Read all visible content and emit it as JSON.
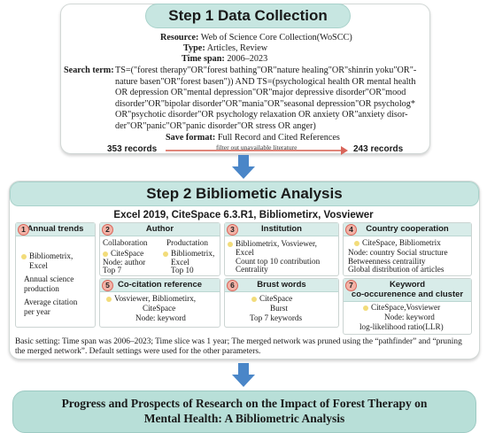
{
  "step1": {
    "title": "Step 1  Data Collection",
    "resource_label": "Resource:",
    "resource_value": "Web of Science Core Collection(WoSCC)",
    "type_label": "Type:",
    "type_value": "Articles, Review",
    "time_label": "Time span:",
    "time_value": "2006–2023",
    "search_label": "Search term:",
    "search_lines": [
      "TS=(\"forest therapy\"OR\"forest bathing\"OR\"nature healing\"OR\"shinrin yoku\"OR\"-",
      "nature basen\"OR\"forest basen\")) AND TS=(psychological health OR mental health",
      "OR depression OR\"mental depression\"OR\"major depressive disorder\"OR\"mood",
      "disorder\"OR\"bipolar disorder\"OR\"mania\"OR\"seasonal depression\"OR psycholog*",
      "OR\"psychotic disorder\"OR psychology relaxation OR anxiety OR\"anxiety disor-",
      "der\"OR\"panic\"OR\"panic disorder\"OR stress OR anger)"
    ],
    "save_label": "Save format:",
    "save_value": "Full Record and Cited References",
    "records_start": "353 records",
    "filter_note": "filter out unavailable literature",
    "records_end": "243 records"
  },
  "step2": {
    "title": "Step 2  Bibliometic Analysis",
    "tools": "Excel 2019, CiteSpace 6.3.R1, Bibliometirx, Vosviewer",
    "cards": [
      {
        "num": "1",
        "title": "Annual trends",
        "lines": [
          "Bibliometrix,",
          "Excel",
          "Annual science",
          "production",
          "Average citation",
          "per year"
        ]
      },
      {
        "num": "2",
        "title": "Author",
        "sub_left": "Collaboration",
        "sub_right": "Productation",
        "left_lines": [
          "CiteSpace",
          "Node: author",
          "Top 7"
        ],
        "right_lines": [
          "Bibliometrix,",
          "Excel",
          "Top 10"
        ]
      },
      {
        "num": "3",
        "title": "Institution",
        "lines": [
          "Bibliometrix, Vosviewer,",
          "Excel",
          "Count top 10 contribution",
          "Centrality"
        ]
      },
      {
        "num": "4",
        "title": "Country cooperation",
        "lines": [
          "CiteSpace, Bibliometrix",
          "Node: country   Social structure",
          "Betweenness centraility",
          "Global distribution of articles"
        ]
      },
      {
        "num": "5",
        "title": "Co-citation reference",
        "lines": [
          "Vosviewer, Bibliometirx,",
          "CiteSpace",
          "Node: keyword"
        ]
      },
      {
        "num": "6",
        "title": "Brust words",
        "lines": [
          "CiteSpace",
          "Burst",
          "Top 7 keywords"
        ]
      },
      {
        "num": "7",
        "title": "Keyword",
        "title2": "co-occurenence and cluster",
        "lines": [
          "CiteSpace,Vosviewer",
          "Node: keyword",
          "log-likelihood ratio(LLR)"
        ]
      }
    ],
    "basic_setting": "Basic setting: Time span was 2006–2023; Time slice was 1 year; The merged network was pruned using the “pathfinder” and “pruning the merged network”. Default settings were used for the other parameters."
  },
  "final": {
    "line1": "Progress and Prospects of Research on the Impact of Forest Therapy on",
    "line2": "Mental Health: A Bibliometric Analysis"
  },
  "colors": {
    "header_bg": "#c7e6e1",
    "card_header_bg": "#d8ece9",
    "number_circle": "#f3b3a7",
    "arrow_red": "#d9655a",
    "down_arrow_blue": "#4a86c8",
    "bullet_yellow": "#f2dc7a",
    "final_bg": "#b8dfd8"
  }
}
